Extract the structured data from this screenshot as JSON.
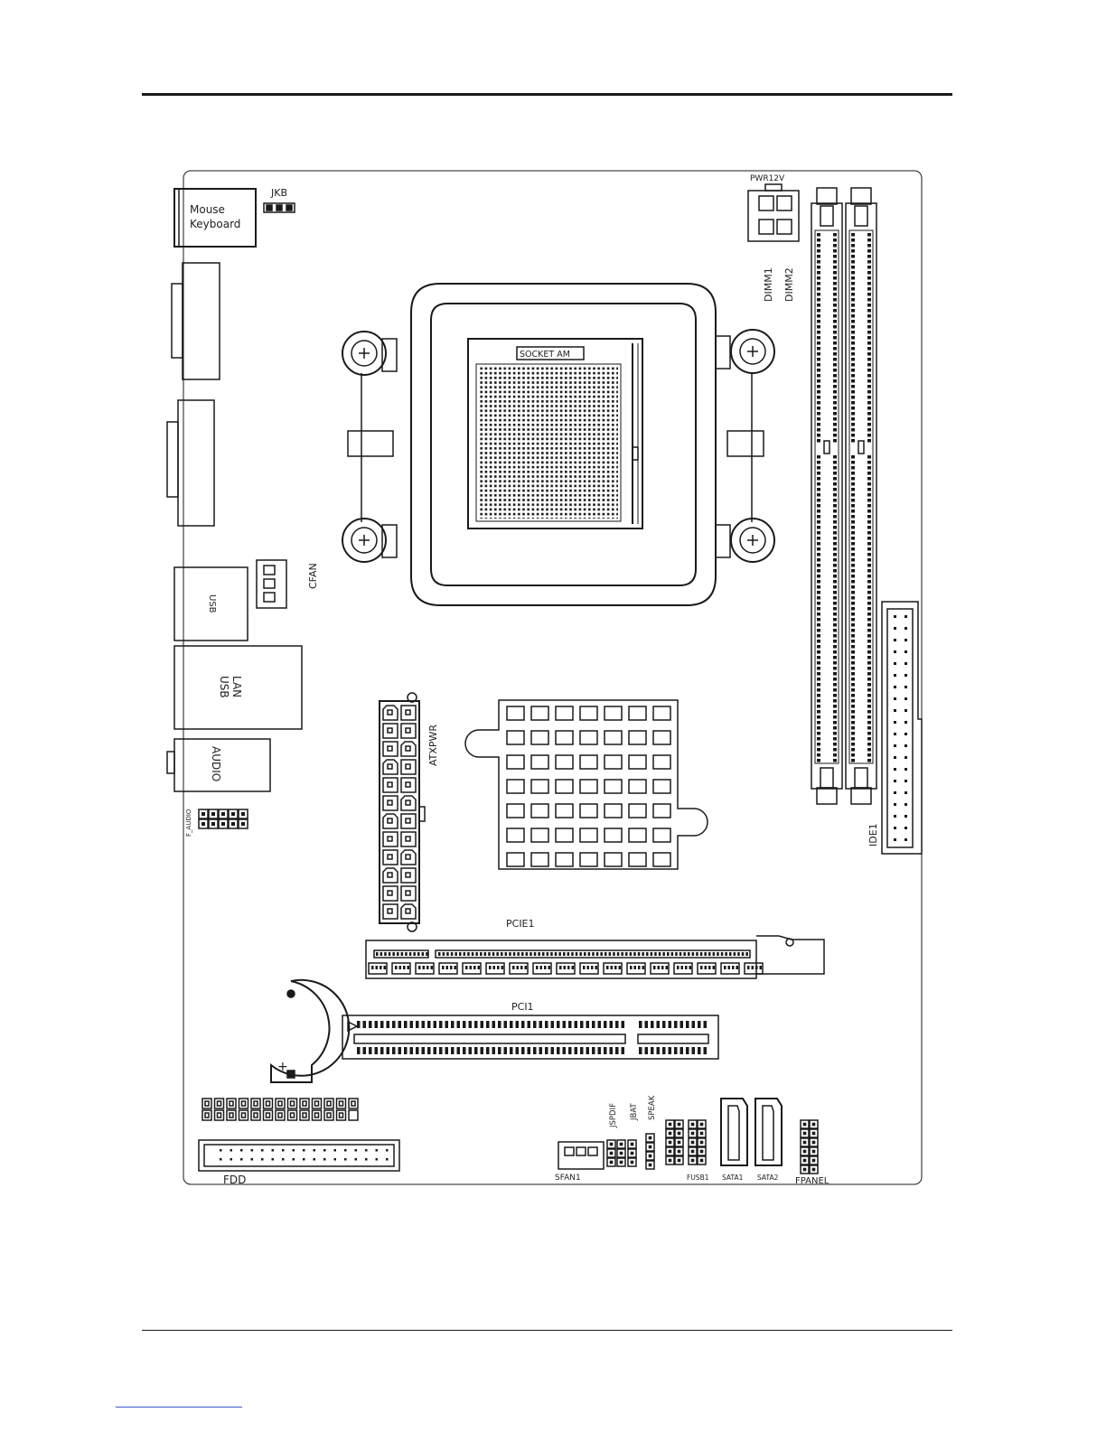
{
  "labels": {
    "mouse": "Mouse",
    "keyboard": "Keyboard",
    "jkb": "JKB",
    "pwr12v": "PWR12V",
    "dimm1": "DIMM1",
    "dimm2": "DIMM2",
    "socket": "SOCKET AM",
    "cfan": "CFAN",
    "usb": "USB",
    "lan": "LAN",
    "lan_usb": "USB",
    "audio": "AUDIO",
    "f_audio": "F_AUDIO",
    "atxpwr": "ATXPWR",
    "ide1": "IDE1",
    "pcie1": "PCIE1",
    "pci1": "PCI1",
    "fdd": "FDD",
    "sfan1": "SFAN1",
    "jspdif": "JSPDIF",
    "jbat": "JBAT",
    "speak": "SPEAK",
    "fusb1": "FUSB1",
    "sata1": "SATA1",
    "sata2": "SATA2",
    "fpanel": "FPANEL",
    "battery_plus": "+"
  },
  "colors": {
    "ink": "#1a1a1a",
    "paper": "#ffffff"
  }
}
